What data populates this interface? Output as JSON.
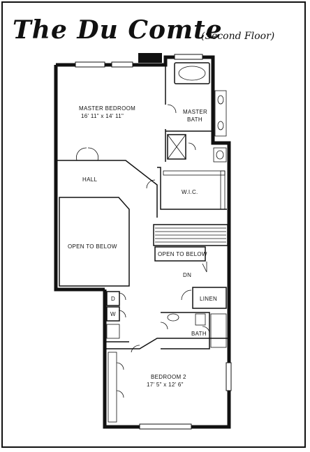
{
  "header": {
    "title": "The Du Comte",
    "subtitle": "(Second Floor)"
  },
  "rooms": {
    "master_bedroom": {
      "name": "MASTER BEDROOM",
      "size": "16' 11\" x 14' 11\""
    },
    "master_bath": {
      "line1": "MASTER",
      "line2": "BATH"
    },
    "hall": {
      "name": "HALL"
    },
    "wic": {
      "name": "W.I.C."
    },
    "open_below_left": {
      "name": "OPEN TO BELOW"
    },
    "open_below_right": {
      "name": "OPEN TO BELOW"
    },
    "dn": {
      "name": "DN"
    },
    "linen": {
      "name": "LINEN"
    },
    "bath": {
      "name": "BATH"
    },
    "dryer": {
      "name": "D"
    },
    "washer": {
      "name": "W"
    },
    "bedroom2": {
      "name": "BEDROOM 2",
      "size": "17' 5\" x 12' 6\""
    }
  }
}
